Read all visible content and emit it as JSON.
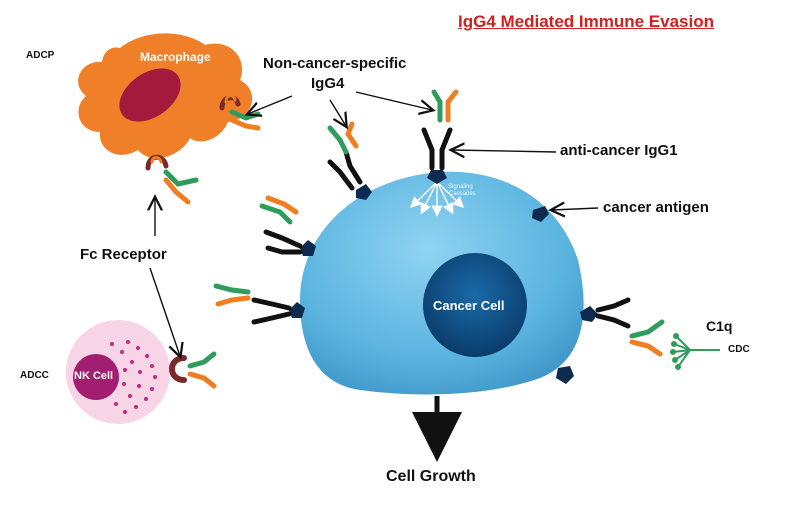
{
  "title": "IgG4 Mediated Immune Evasion",
  "labels": {
    "adcp": "ADCP",
    "macrophage": "Macrophage",
    "non_cancer_igg4": "Non-cancer-specific\nIgG4",
    "non_cancer_line1": "Non-cancer-specific",
    "non_cancer_line2": "IgG4",
    "anti_cancer_igg1": "anti-cancer IgG1",
    "cancer_antigen": "cancer antigen",
    "fc_receptor": "Fc Receptor",
    "adcc": "ADCC",
    "nk_cell": "NK Cell",
    "cancer_cell": "Cancer Cell",
    "signaling_line1": "Signaling",
    "signaling_line2": "Cascades",
    "c1q": "C1q",
    "cdc": "CDC",
    "cell_growth": "Cell Growth"
  },
  "colors": {
    "title": "#d0201f",
    "macrophage": "#f07f2a",
    "macrophage_nucleus": "#a31a3c",
    "nk_cell_outer": "#f7d4e6",
    "nk_cell_nucleus": "#a11e70",
    "cancer_cell": "#6bbfe6",
    "cancer_nucleus": "#0d4f86",
    "antigen": "#0e2a4f",
    "igg4_green": "#2e9c5a",
    "igg4_orange": "#ef7d22",
    "igg1_black": "#111111",
    "receptor_dark": "#7a2a2a"
  }
}
